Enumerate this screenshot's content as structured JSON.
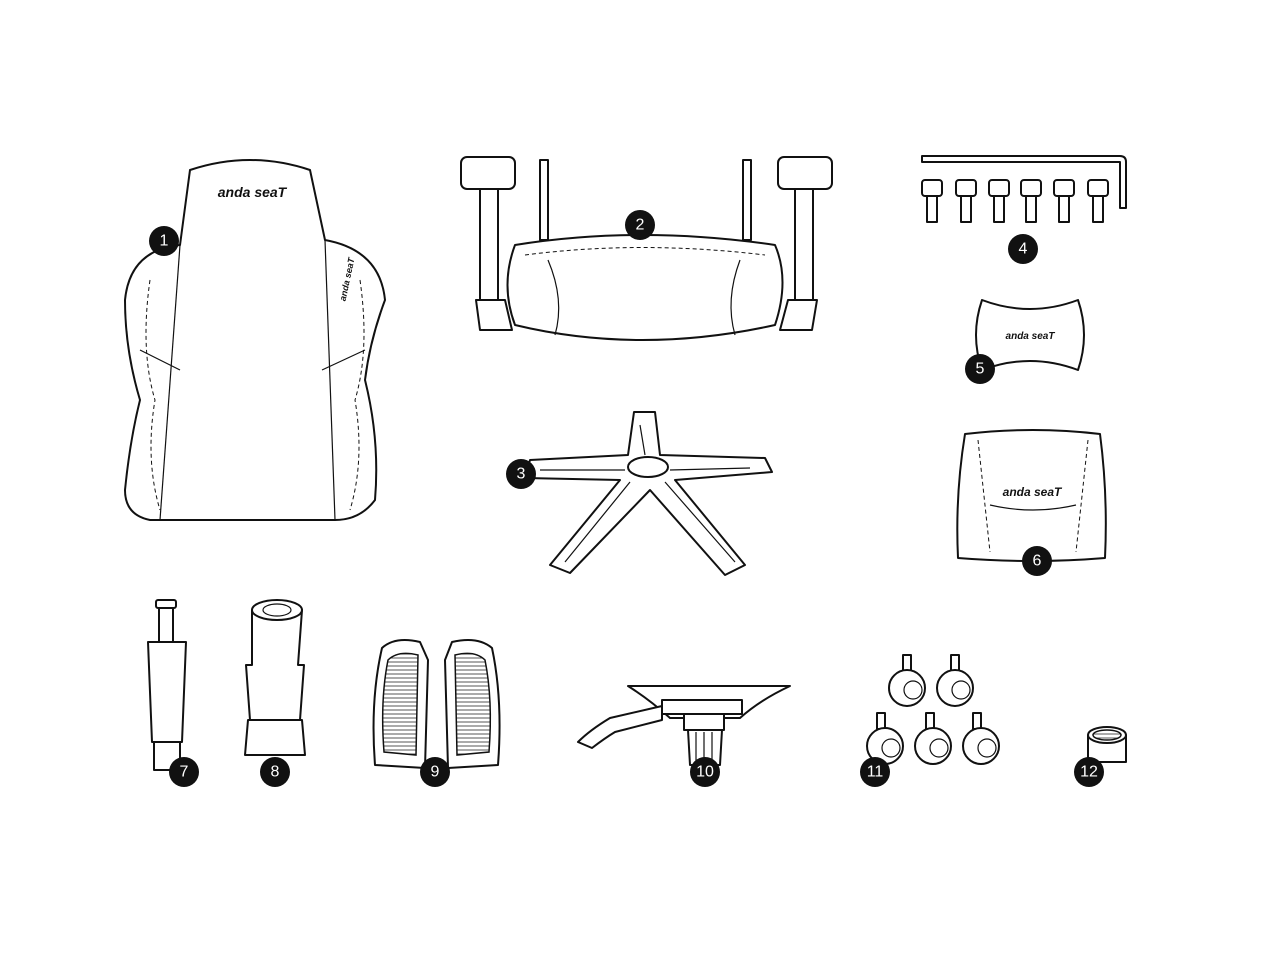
{
  "brand": {
    "logo_text": "anda seaT"
  },
  "colors": {
    "line": "#111111",
    "background": "#ffffff",
    "badge": "#111111",
    "badge_text": "#ffffff"
  },
  "callouts": [
    {
      "id": "backrest",
      "number": "1"
    },
    {
      "id": "seat",
      "number": "2"
    },
    {
      "id": "base",
      "number": "3"
    },
    {
      "id": "screws-and-wrench",
      "number": "4"
    },
    {
      "id": "head-pillow",
      "number": "5"
    },
    {
      "id": "lumbar-pillow",
      "number": "6"
    },
    {
      "id": "gas-lift",
      "number": "7"
    },
    {
      "id": "lift-cover",
      "number": "8"
    },
    {
      "id": "side-covers",
      "number": "9"
    },
    {
      "id": "tilt-mechanism",
      "number": "10"
    },
    {
      "id": "casters",
      "number": "11"
    },
    {
      "id": "cap",
      "number": "12"
    }
  ]
}
